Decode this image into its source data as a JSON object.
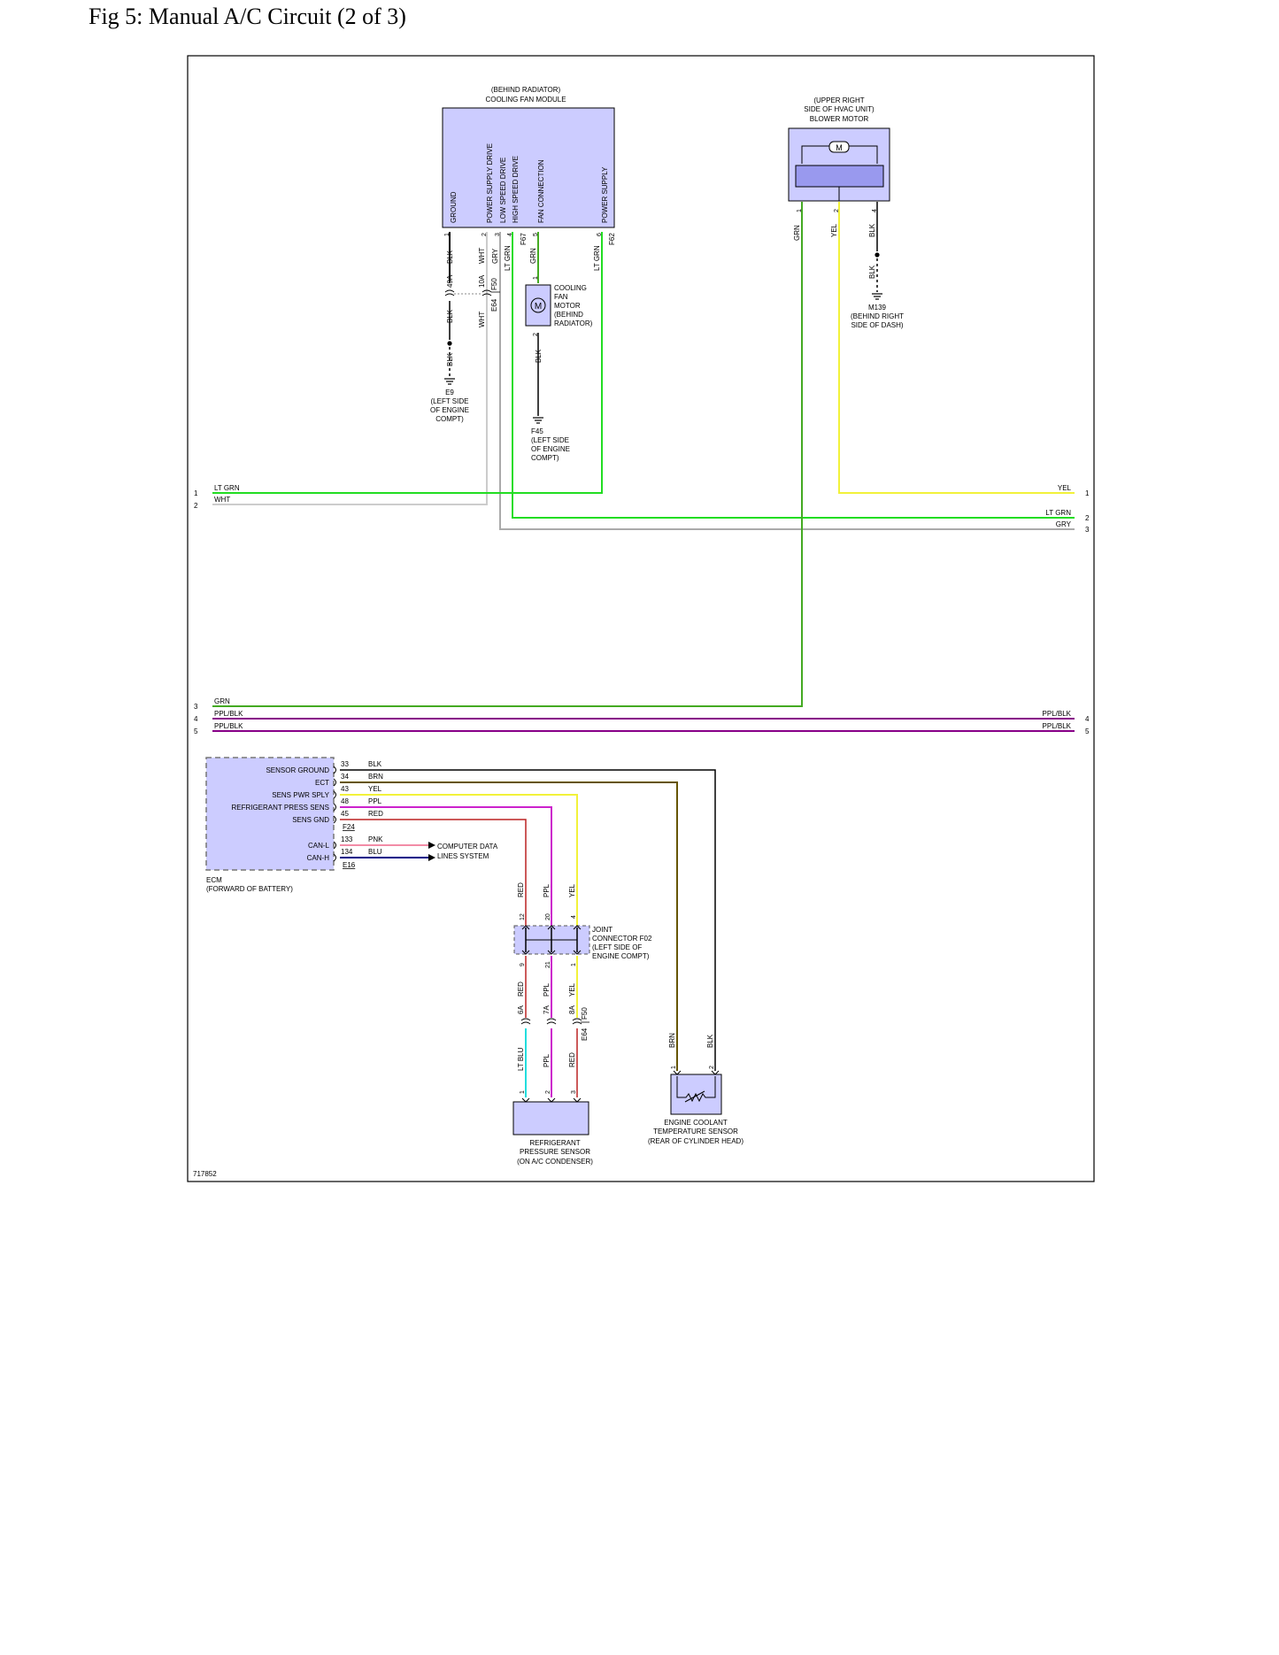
{
  "title": "Fig 5: Manual A/C Circuit (2 of 3)",
  "diagram_id": "717852",
  "colors": {
    "border": "#000000",
    "component_fill": "#ccccff",
    "lt_grn": "#22dd22",
    "grn": "#44aa22",
    "yel": "#f2f23a",
    "wht": "#cccccc",
    "gry": "#aaaaaa",
    "ppl_blk": "#880088",
    "ppl": "#cc22cc",
    "red": "#bb2222",
    "brn": "#665500",
    "blk": "#000000",
    "pnk": "#ee6688",
    "blu": "#000088",
    "lt_blu": "#22dddd"
  },
  "cooling_fan_module": {
    "location": "(BEHIND RADIATOR)",
    "name": "COOLING FAN MODULE",
    "pins": [
      {
        "num": "1",
        "name": "GROUND"
      },
      {
        "num": "2",
        "name": "POWER SUPPLY DRIVE"
      },
      {
        "num": "3",
        "name": "LOW SPEED DRIVE"
      },
      {
        "num": "4",
        "name": "HIGH SPEED DRIVE"
      },
      {
        "num": "5",
        "name": "FAN CONNECTION"
      },
      {
        "num": "6",
        "name": "POWER SUPPLY"
      }
    ],
    "connector_f67": "F67",
    "connector_f62": "F62"
  },
  "cooling_fan_motor": {
    "label_lines": [
      "COOLING",
      "FAN",
      "MOTOR",
      "(BEHIND",
      "RADIATOR)"
    ],
    "pin1": "1",
    "pin2": "2",
    "symbol": "M"
  },
  "blower_motor": {
    "label_lines": [
      "(UPPER RIGHT",
      "SIDE OF HVAC UNIT)",
      "BLOWER MOTOR"
    ],
    "symbol": "M",
    "pins": [
      "1",
      "2",
      "4"
    ]
  },
  "ground_e9": {
    "label_lines": [
      "E9",
      "(LEFT SIDE",
      "OF ENGINE",
      "COMPT)"
    ]
  },
  "ground_f45": {
    "label_lines": [
      "F45",
      "(LEFT SIDE",
      "OF ENGINE",
      "COMPT)"
    ]
  },
  "ground_m139": {
    "label_lines": [
      "M139",
      "(BEHIND RIGHT",
      "SIDE OF DASH)"
    ]
  },
  "wire_labels": {
    "blk": "BLK",
    "wht": "WHT",
    "gry": "GRY",
    "lt_grn": "LT GRN",
    "grn": "GRN",
    "yel": "YEL",
    "ppl_blk": "PPL/BLK",
    "brn": "BRN",
    "ppl": "PPL",
    "red": "RED",
    "pnk": "PNK",
    "blu": "BLU",
    "lt_blu": "LT BLU"
  },
  "inline_connectors": {
    "c49a": "49A",
    "c10a": "10A",
    "f50": "F50",
    "e64": "E64",
    "c6a": "6A",
    "c7a": "7A",
    "c8a": "8A"
  },
  "left_terminals": [
    "1",
    "2",
    "3",
    "4",
    "5"
  ],
  "right_terminals": [
    "1",
    "2",
    "3",
    "4",
    "5"
  ],
  "ecm": {
    "name": "ECM",
    "location": "(FORWARD OF BATTERY)",
    "pins": [
      {
        "name": "SENSOR GROUND",
        "num": "33",
        "wire": "BLK"
      },
      {
        "name": "ECT",
        "num": "34",
        "wire": "BRN"
      },
      {
        "name": "SENS PWR SPLY",
        "num": "43",
        "wire": "YEL"
      },
      {
        "name": "REFRIGERANT PRESS SENS",
        "num": "48",
        "wire": "PPL"
      },
      {
        "name": "SENS GND",
        "num": "45",
        "wire": "RED"
      },
      {
        "name": "CAN-L",
        "num": "133",
        "wire": "PNK"
      },
      {
        "name": "CAN-H",
        "num": "134",
        "wire": "BLU"
      }
    ],
    "connector_f24": "F24",
    "connector_e16": "E16"
  },
  "computer_data_lines": [
    "COMPUTER DATA",
    "LINES SYSTEM"
  ],
  "joint_connector": {
    "label_lines": [
      "JOINT",
      "CONNECTOR F02",
      "(LEFT SIDE OF",
      "ENGINE COMPT)"
    ],
    "top_pins": [
      "12",
      "20",
      "4"
    ],
    "bottom_pins": [
      "9",
      "21",
      "1"
    ]
  },
  "refrigerant_sensor": {
    "label_lines": [
      "REFRIGERANT",
      "PRESSURE SENSOR",
      "(ON A/C CONDENSER)"
    ],
    "pins": [
      "1",
      "2",
      "3"
    ]
  },
  "ect_sensor": {
    "label_lines": [
      "ENGINE COOLANT",
      "TEMPERATURE SENSOR",
      "(REAR OF CYLINDER HEAD)"
    ],
    "pins": [
      "1",
      "2"
    ]
  }
}
